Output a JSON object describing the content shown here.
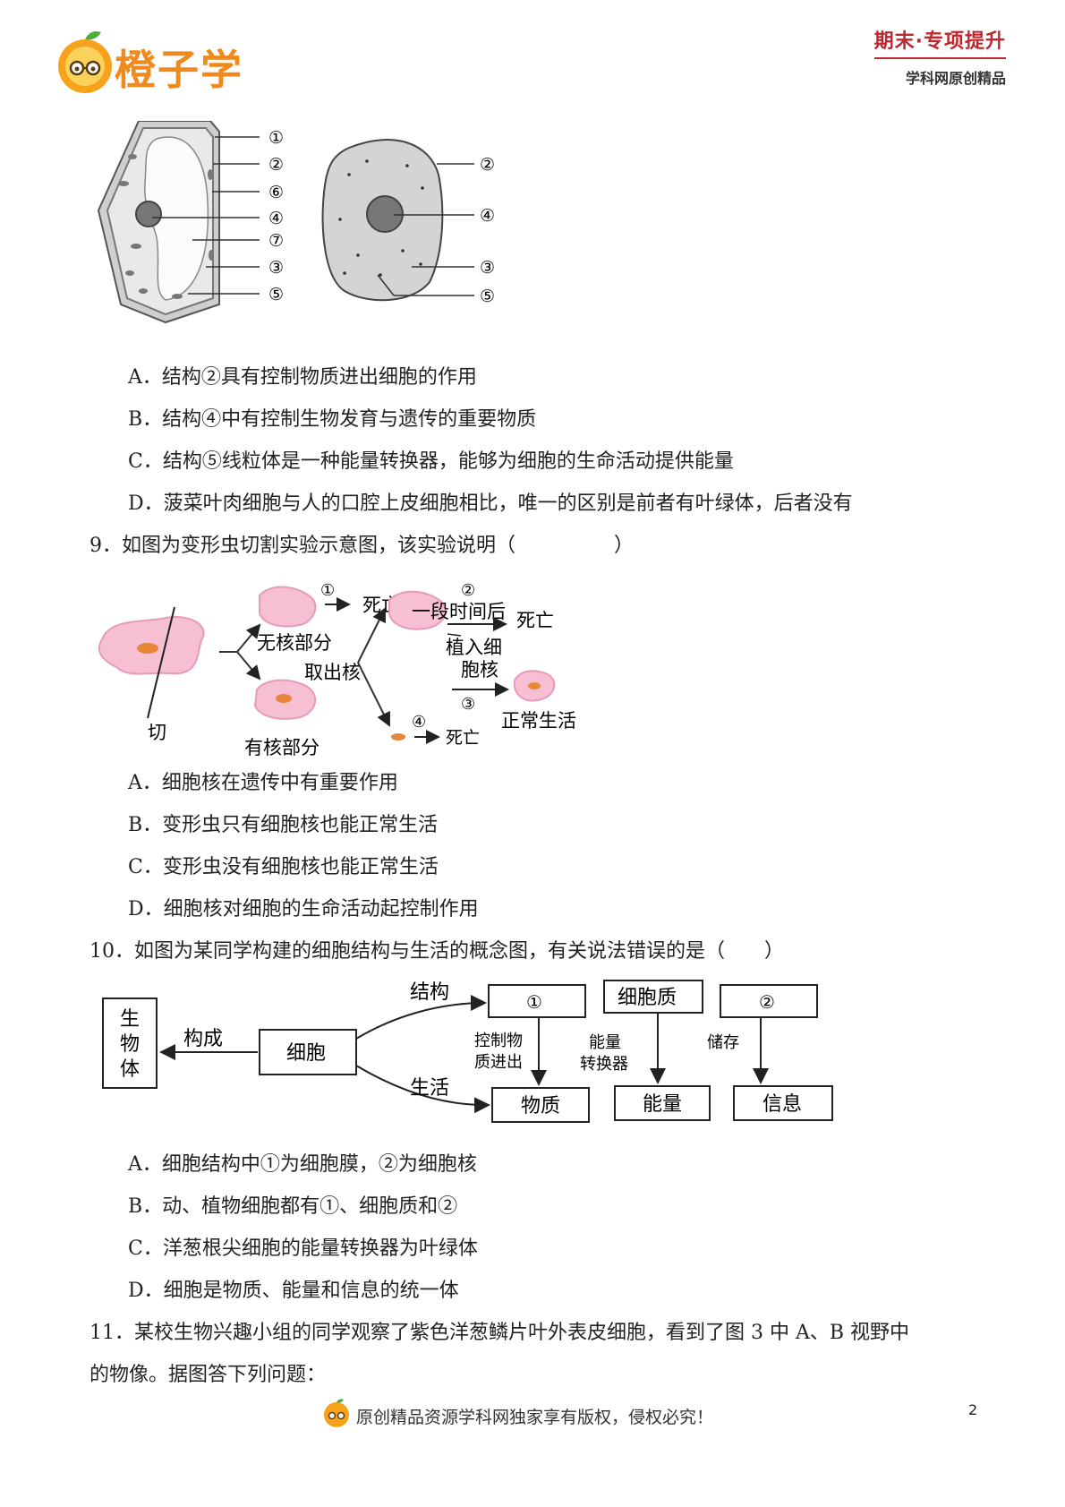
{
  "header": {
    "logo_text": "橙子学",
    "tagline_main": "期末·专项提升",
    "tagline_sub": "学科网原创精品"
  },
  "q8": {
    "figure": {
      "plant_labels": [
        "①",
        "②",
        "⑥",
        "④",
        "⑦",
        "③",
        "⑤"
      ],
      "animal_labels": [
        "②",
        "④",
        "③",
        "⑤"
      ]
    },
    "options": [
      "A．结构②具有控制物质进出细胞的作用",
      "B．结构④中有控制生物发育与遗传的重要物质",
      "C．结构⑤线粒体是一种能量转换器，能够为细胞的生命活动提供能量",
      "D．菠菜叶肉细胞与人的口腔上皮细胞相比，唯一的区别是前者有叶绿体，后者没有"
    ]
  },
  "q9": {
    "stem": "9．如图为变形虫切割实验示意图，该实验说明（　　　　　）",
    "figure": {
      "step1": "①",
      "death1": "死亡",
      "step2": "②",
      "after_time": "一段时间后",
      "death2": "死亡",
      "no_nucleus": "无核部分",
      "implant_line1": "植入细",
      "implant_line2": "胞核",
      "take_nucleus": "取出核",
      "step3": "③",
      "normal_life": "正常生活",
      "cut": "切",
      "with_nucleus": "有核部分",
      "step4": "④",
      "death4": "死亡"
    },
    "options": [
      "A．细胞核在遗传中有重要作用",
      "B．变形虫只有细胞核也能正常生活",
      "C．变形虫没有细胞核也能正常生活",
      "D．细胞核对细胞的生命活动起控制作用"
    ]
  },
  "q10": {
    "stem": "10．如图为某同学构建的细胞结构与生活的概念图，有关说法错误的是（　　）",
    "figure": {
      "organism_1": "生",
      "organism_2": "物",
      "organism_3": "体",
      "compose": "构成",
      "cell": "细胞",
      "structure": "结构",
      "life": "生活",
      "box1": "①",
      "cytoplasm": "细胞质",
      "box2": "②",
      "control_line1": "控制物",
      "control_line2": "质进出",
      "energy_line1": "能量",
      "energy_line2": "转换器",
      "store": "储存",
      "matter": "物质",
      "energy": "能量",
      "information": "信息"
    },
    "options": [
      "A．细胞结构中①为细胞膜，②为细胞核",
      "B．动、植物细胞都有①、细胞质和②",
      "C．洋葱根尖细胞的能量转换器为叶绿体",
      "D．细胞是物质、能量和信息的统一体"
    ]
  },
  "q11": {
    "line1": "11．某校生物兴趣小组的同学观察了紫色洋葱鳞片叶外表皮细胞，看到了图 3 中 A、B 视野中",
    "line2": "的物像。据图答下列问题："
  },
  "footer": {
    "copyright": "原创精品资源学科网独家享有版权，侵权必究！",
    "page_number": "2"
  }
}
